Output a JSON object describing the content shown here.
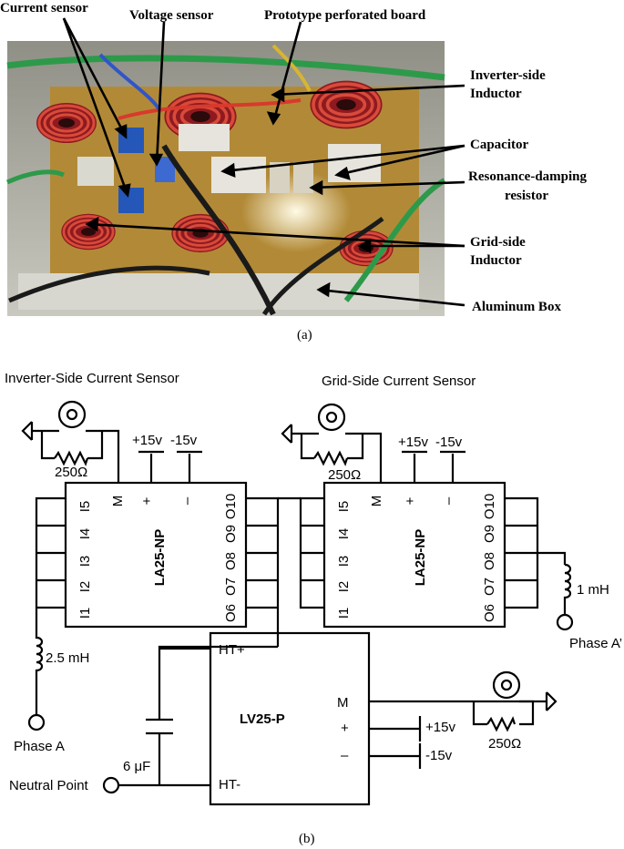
{
  "photo": {
    "labels": {
      "current_sensor": "Current sensor",
      "voltage_sensor": "Voltage sensor",
      "prototype_board": "Prototype perforated board",
      "inverter_inductor_1": "Inverter-side",
      "inverter_inductor_2": "Inductor",
      "capacitor": "Capacitor",
      "damping_resistor_1": "Resonance-damping",
      "damping_resistor_2": "resistor",
      "grid_inductor_1": "Grid-side",
      "grid_inductor_2": "Inductor",
      "aluminum_box": "Aluminum Box"
    },
    "caption": "(a)"
  },
  "schematic": {
    "inverter_sensor_title": "Inverter-Side Current Sensor",
    "grid_sensor_title": "Grid-Side Current Sensor",
    "la25_label": "LA25-NP",
    "lv25_label": "LV25-P",
    "pins_left": [
      "I5",
      "I4",
      "I3",
      "I2",
      "I1"
    ],
    "pins_right": [
      "O10",
      "O9",
      "O8",
      "O7",
      "O6"
    ],
    "pin_m": "M",
    "pin_plus": "+",
    "pin_minus": "–",
    "supply_plus": "+15v",
    "supply_minus": "-15v",
    "resistor_value": "250Ω",
    "inductor_inverter": "2.5 mH",
    "inductor_grid": "1 mH",
    "phase_a": "Phase A",
    "phase_a_prime": "Phase A’",
    "capacitor_value": "6 μF",
    "neutral_point": "Neutral Point",
    "lv_ht_plus": "HT+",
    "lv_ht_minus": "HT-",
    "lv_m": "M",
    "lv_plus": "+",
    "lv_minus": "–",
    "lv_supply_plus": "+15v",
    "lv_supply_minus": "-15v",
    "caption": "(b)"
  },
  "colors": {
    "board": "#c9a24a",
    "box": "#b9bcb6",
    "inductor": "#b8232a",
    "sensor": "#2457b8",
    "capacitor": "#e6e4dc",
    "wire_green": "#2d9a4a",
    "wire_black": "#1a1a1a"
  }
}
